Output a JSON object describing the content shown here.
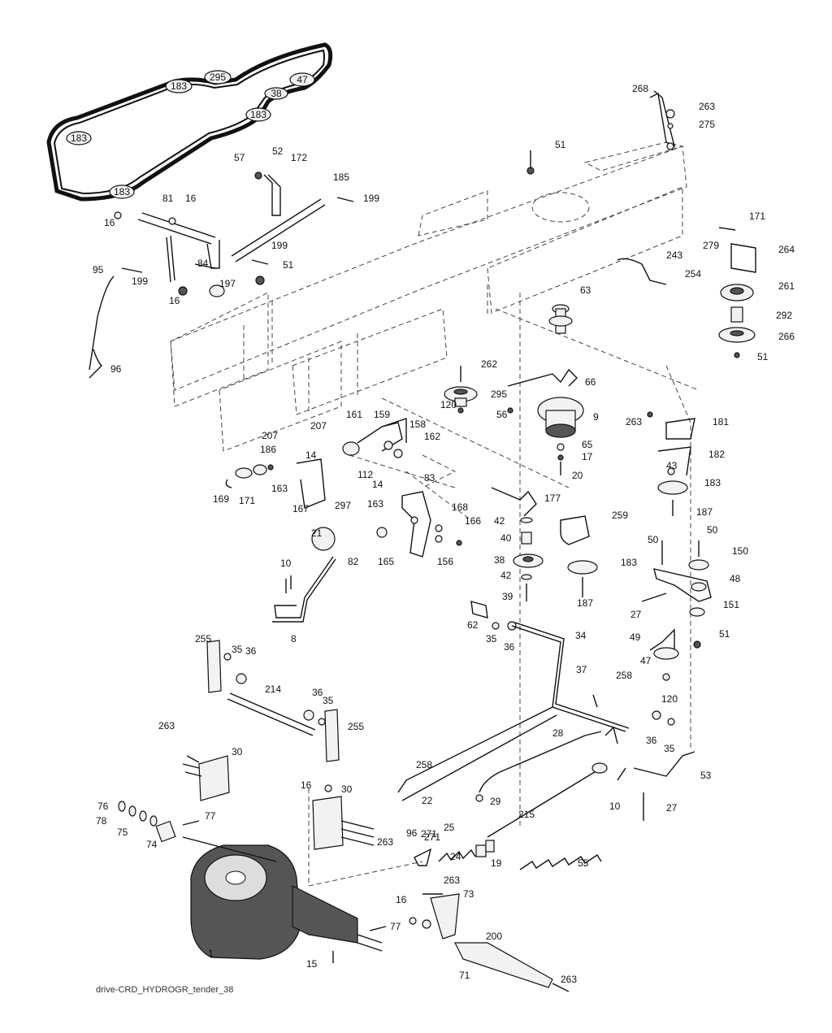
{
  "caption": "drive-CRD_HYDROGR_tender_38",
  "belt_pulley_labels": [
    "295",
    "183",
    "47",
    "38",
    "183",
    "183",
    "183"
  ],
  "part_numbers": [
    "57",
    "52",
    "172",
    "185",
    "199",
    "81",
    "16",
    "16",
    "199",
    "84",
    "51",
    "95",
    "199",
    "197",
    "16",
    "96",
    "268",
    "263",
    "275",
    "51",
    "171",
    "279",
    "264",
    "261",
    "292",
    "266",
    "51",
    "243",
    "254",
    "63",
    "262",
    "295",
    "66",
    "120",
    "56",
    "9",
    "65",
    "17",
    "20",
    "263",
    "181",
    "182",
    "43",
    "183",
    "187",
    "207",
    "161",
    "159",
    "158",
    "207",
    "186",
    "14",
    "162",
    "112",
    "14",
    "163",
    "169",
    "171",
    "167",
    "297",
    "83",
    "163",
    "168",
    "166",
    "177",
    "42",
    "40",
    "38",
    "42",
    "39",
    "259",
    "183",
    "187",
    "21",
    "82",
    "165",
    "156",
    "10",
    "8",
    "50",
    "50",
    "150",
    "48",
    "27",
    "151",
    "49",
    "47",
    "51",
    "120",
    "62",
    "35",
    "36",
    "34",
    "37",
    "258",
    "255",
    "35",
    "36",
    "214",
    "36",
    "35",
    "255",
    "263",
    "30",
    "28",
    "36",
    "35",
    "53",
    "258",
    "22",
    "29",
    "271",
    "215",
    "10",
    "27",
    "16",
    "30",
    "76",
    "77",
    "78",
    "75",
    "74",
    "263",
    "96",
    "271",
    "25",
    "24",
    "19",
    "55",
    "1",
    "263",
    "73",
    "16",
    "77",
    "15",
    "200",
    "71",
    "263"
  ]
}
